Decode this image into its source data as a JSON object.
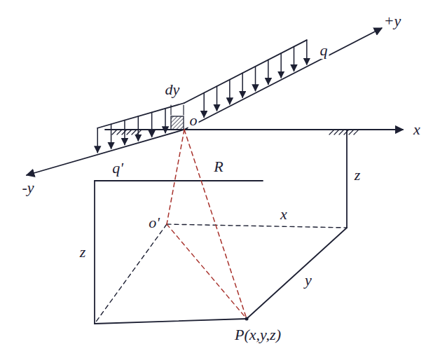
{
  "diagram": {
    "labels": [
      "+y",
      "x",
      "q",
      "dy",
      "o",
      "q'",
      "R",
      "z",
      "z",
      "o'",
      "x",
      "y",
      "-y",
      "P(x,y,z)"
    ]
  }
}
